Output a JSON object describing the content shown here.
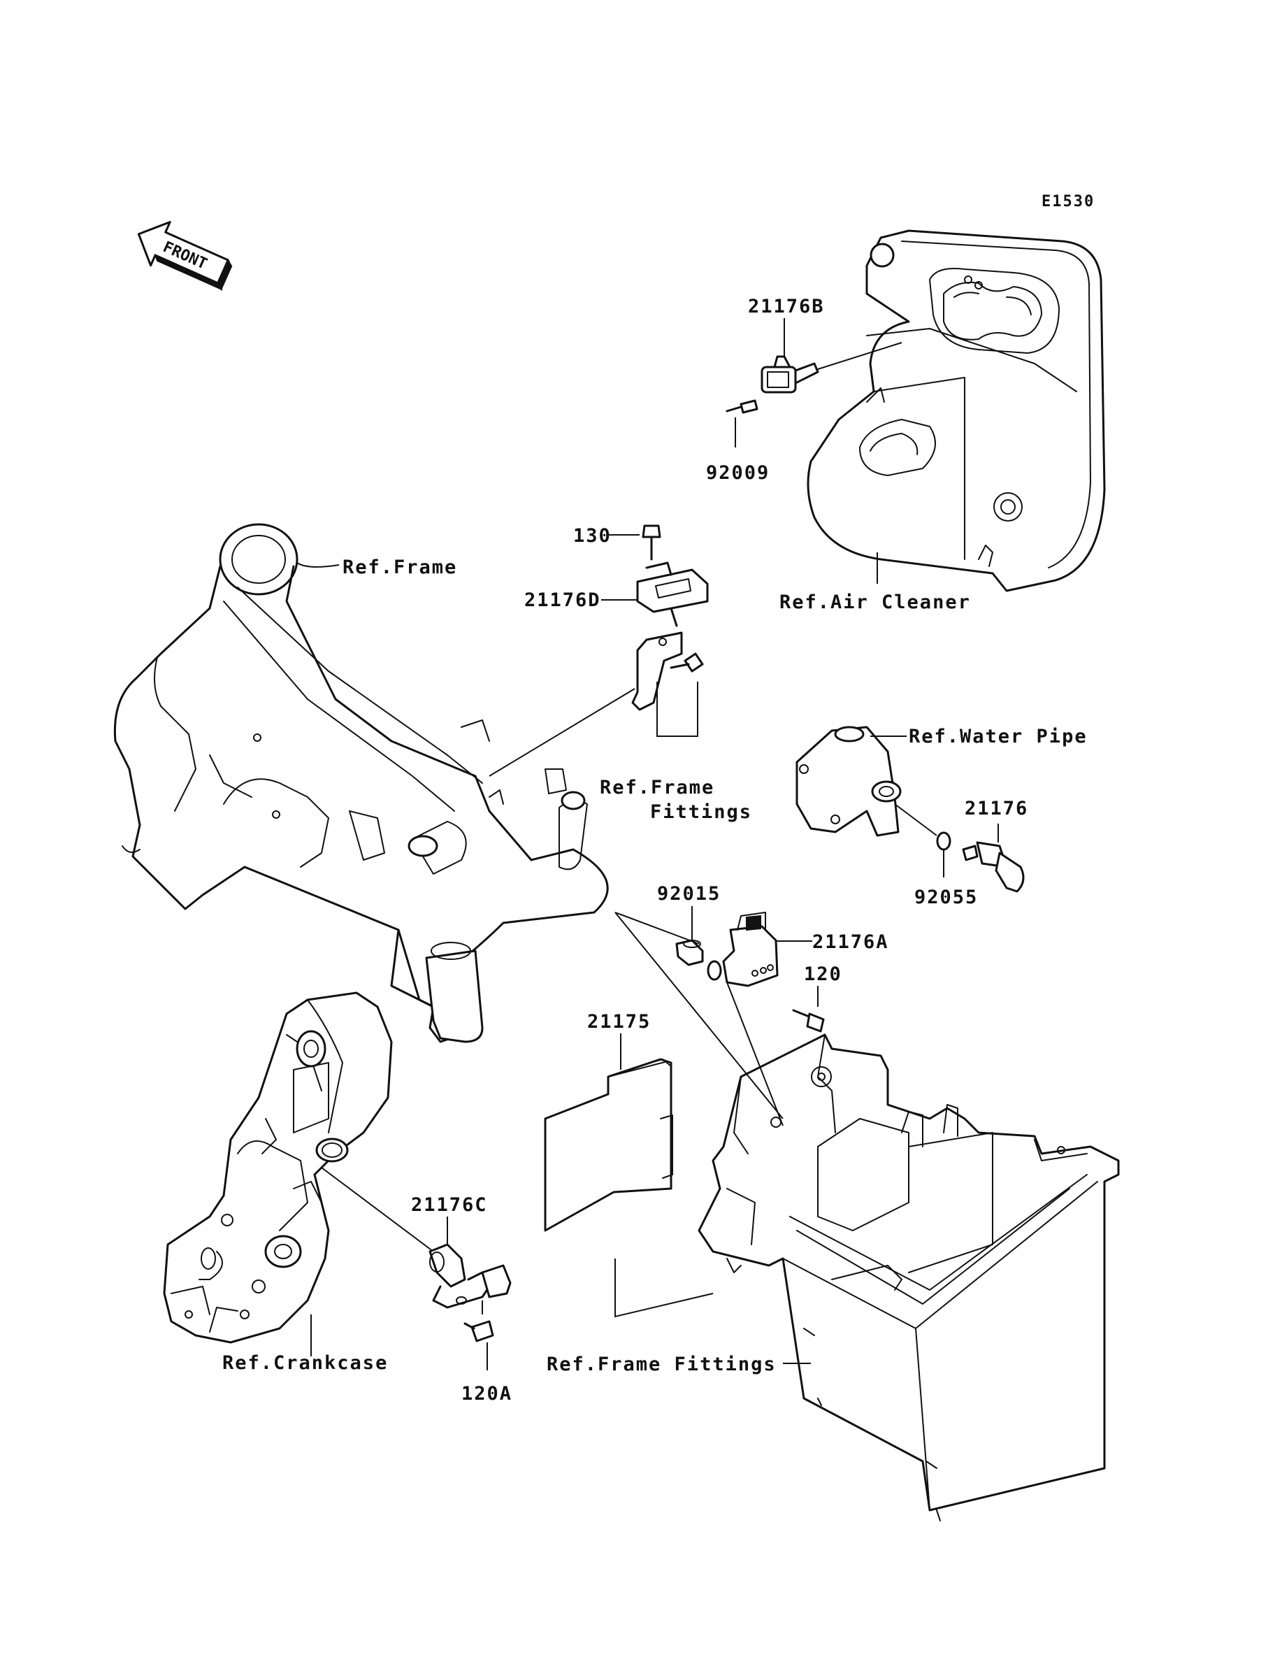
{
  "diagram_code": "E1530",
  "front_arrow": {
    "label": "FRONT",
    "icon": "front-arrow-icon"
  },
  "labels": {
    "p21176B": "21176B",
    "p92009": "92009",
    "p130": "130",
    "p21176D": "21176D",
    "ref_frame": "Ref.Frame",
    "ref_air_cleaner": "Ref.Air Cleaner",
    "ref_frame_fittings_top_1": "Ref.Frame",
    "ref_frame_fittings_top_2": "Fittings",
    "ref_water_pipe": "Ref.Water Pipe",
    "p21176": "21176",
    "p92055": "92055",
    "p92015": "92015",
    "p21176A": "21176A",
    "p120": "120",
    "p21175": "21175",
    "p21176C": "21176C",
    "ref_crankcase": "Ref.Crankcase",
    "ref_frame_fittings_bottom": "Ref.Frame Fittings",
    "p120A": "120A"
  }
}
